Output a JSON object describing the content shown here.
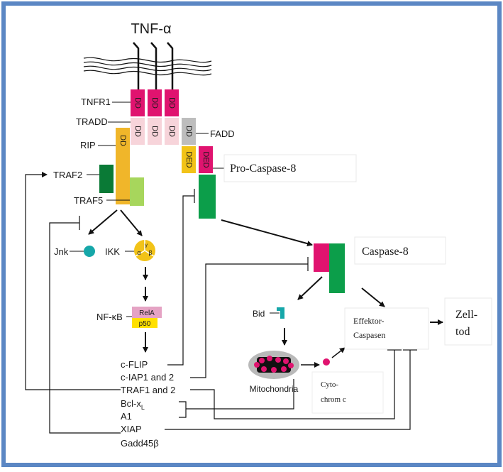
{
  "title": "TNF-α",
  "receptor_labels": {
    "tnfr1": "TNFR1",
    "tradd": "TRADD",
    "fadd": "FADD",
    "rip": "RIP",
    "traf2": "TRAF2",
    "traf5": "TRAF5"
  },
  "domains": {
    "dd": "DD",
    "ded": "DED"
  },
  "boxes": {
    "pro_caspase8": "Pro-Caspase-8",
    "caspase8": "Caspase-8",
    "effektor_line1": "Effektor-",
    "effektor_line2": "Caspasen",
    "zelltod_line1": "Zell-",
    "zelltod_line2": "tod",
    "cytochrom_line1": "Cyto-",
    "cytochrom_line2": "chrom c"
  },
  "nodes": {
    "jnk": "Jnk",
    "ikk": "IKK",
    "ikk_alpha": "α",
    "ikk_beta": "β",
    "ikk_gamma": "γ",
    "nfkb": "NF-κB",
    "rela": "RelA",
    "p50": "p50",
    "bid": "Bid",
    "mitochondria": "Mitochondria"
  },
  "targets": {
    "cflip": "c-FLIP",
    "ciap": "c-IAP1 and 2",
    "traf12": "TRAF1 and 2",
    "bclx": "Bcl-x",
    "bclx_sub": "L",
    "a1": "A1",
    "xiap": "XIAP",
    "gadd": "Gadd45β"
  },
  "colors": {
    "frame": "#5b87c4",
    "magenta": "#e0136f",
    "pink_light": "#f7d4da",
    "grey": "#bdbdbd",
    "yellow": "#f2c318",
    "orange": "#f0b62a",
    "green": "#0c9e4a",
    "green_dark": "#0a7a36",
    "green_light": "#a7d65c",
    "teal": "#16a7a9",
    "rela": "#e5a3c4",
    "p50": "#ffe000"
  }
}
